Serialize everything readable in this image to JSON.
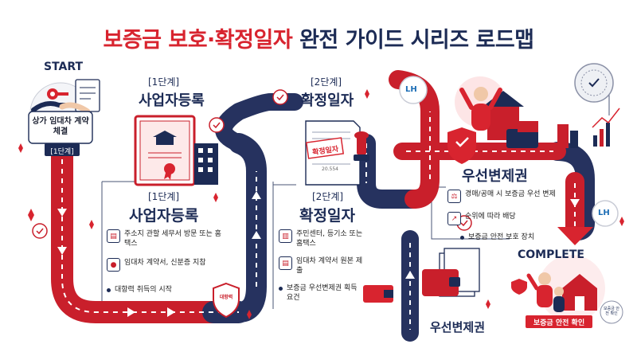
{
  "title": {
    "part1": "보증금 보호·확정일자",
    "part2": "완전 가이드 시리즈 로드맵"
  },
  "start_label": "START",
  "complete_label": "COMPLETE",
  "start_card": {
    "text": "상가 임대차 계약 체결",
    "stage_badge": "[1단계]"
  },
  "stage1_top": {
    "tag": "[1단계]",
    "title": "사업자등록"
  },
  "stage2_top": {
    "tag": "[2단계]",
    "title": "확정일자",
    "stamp": "확정일자",
    "paper_number": "20.554"
  },
  "stage1_detail": {
    "tag": "[1단계]",
    "title": "사업자등록",
    "items": [
      "주소지 관할 세무서 방문 또는 홈택스",
      "임대차 계약서, 신분증 지참",
      "대항력 취득의 시작"
    ]
  },
  "stage2_detail": {
    "tag": "[2단계]",
    "title": "확정일자",
    "items": [
      "주민센터, 등기소 또는 홈택스",
      "임대차 계약서 원본 제출",
      "보증금 우선변제권 획득 요건"
    ]
  },
  "priority": {
    "title": "우선변제권",
    "items": [
      "경매/공매 시 보증금 우선 변제",
      "순위에 따라 배당",
      "보증금 안전 보호 장치"
    ]
  },
  "priority_bottom": {
    "title": "우선변제권"
  },
  "shield_badge": "대항력",
  "lh_logo": "LH",
  "complete_badge": "보증금 안전 확인",
  "complete_seal": "보증금 안전 확인",
  "colors": {
    "red": "#d8242f",
    "navy": "#1c2b55",
    "road_red": "#c91f2b",
    "road_navy": "#26325f"
  }
}
